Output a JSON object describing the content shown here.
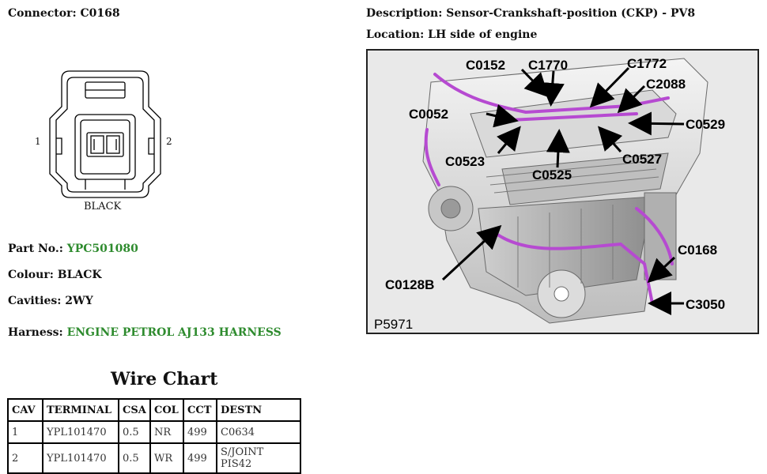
{
  "connector": {
    "label": "Connector:",
    "value": "C0168"
  },
  "drawing": {
    "pin_left": "1",
    "pin_right": "2",
    "colour_text": "BLACK"
  },
  "part": {
    "label": "Part No.:",
    "value": "YPC501080"
  },
  "colour": {
    "label": "Colour:",
    "value": "BLACK"
  },
  "cavities": {
    "label": "Cavities:",
    "value": "2WY"
  },
  "harness": {
    "label": "Harness:",
    "value": "ENGINE PETROL AJ133 HARNESS"
  },
  "description": {
    "label": "Description:",
    "value": "Sensor-Crankshaft-position (CKP) - PV8"
  },
  "location": {
    "label": "Location:",
    "value": "LH side of engine"
  },
  "wire_chart": {
    "title": "Wire Chart",
    "headers": [
      "CAV",
      "TERMINAL",
      "CSA",
      "COL",
      "CCT",
      "DESTN"
    ],
    "rows": [
      [
        "1",
        "YPL101470",
        "0.5",
        "NR",
        "499",
        "C0634"
      ],
      [
        "2",
        "YPL101470",
        "0.5",
        "WR",
        "499",
        "S/JOINT PIS42"
      ]
    ]
  },
  "engine_image": {
    "ref": "P5971",
    "callouts": [
      "C0152",
      "C1770",
      "C1772",
      "C2088",
      "C0052",
      "C0529",
      "C0523",
      "C0525",
      "C0527",
      "C0168",
      "C0128B",
      "C3050"
    ]
  },
  "colors": {
    "accent_green": "#2e8b2e",
    "harness_magenta": "#b64ad1"
  }
}
